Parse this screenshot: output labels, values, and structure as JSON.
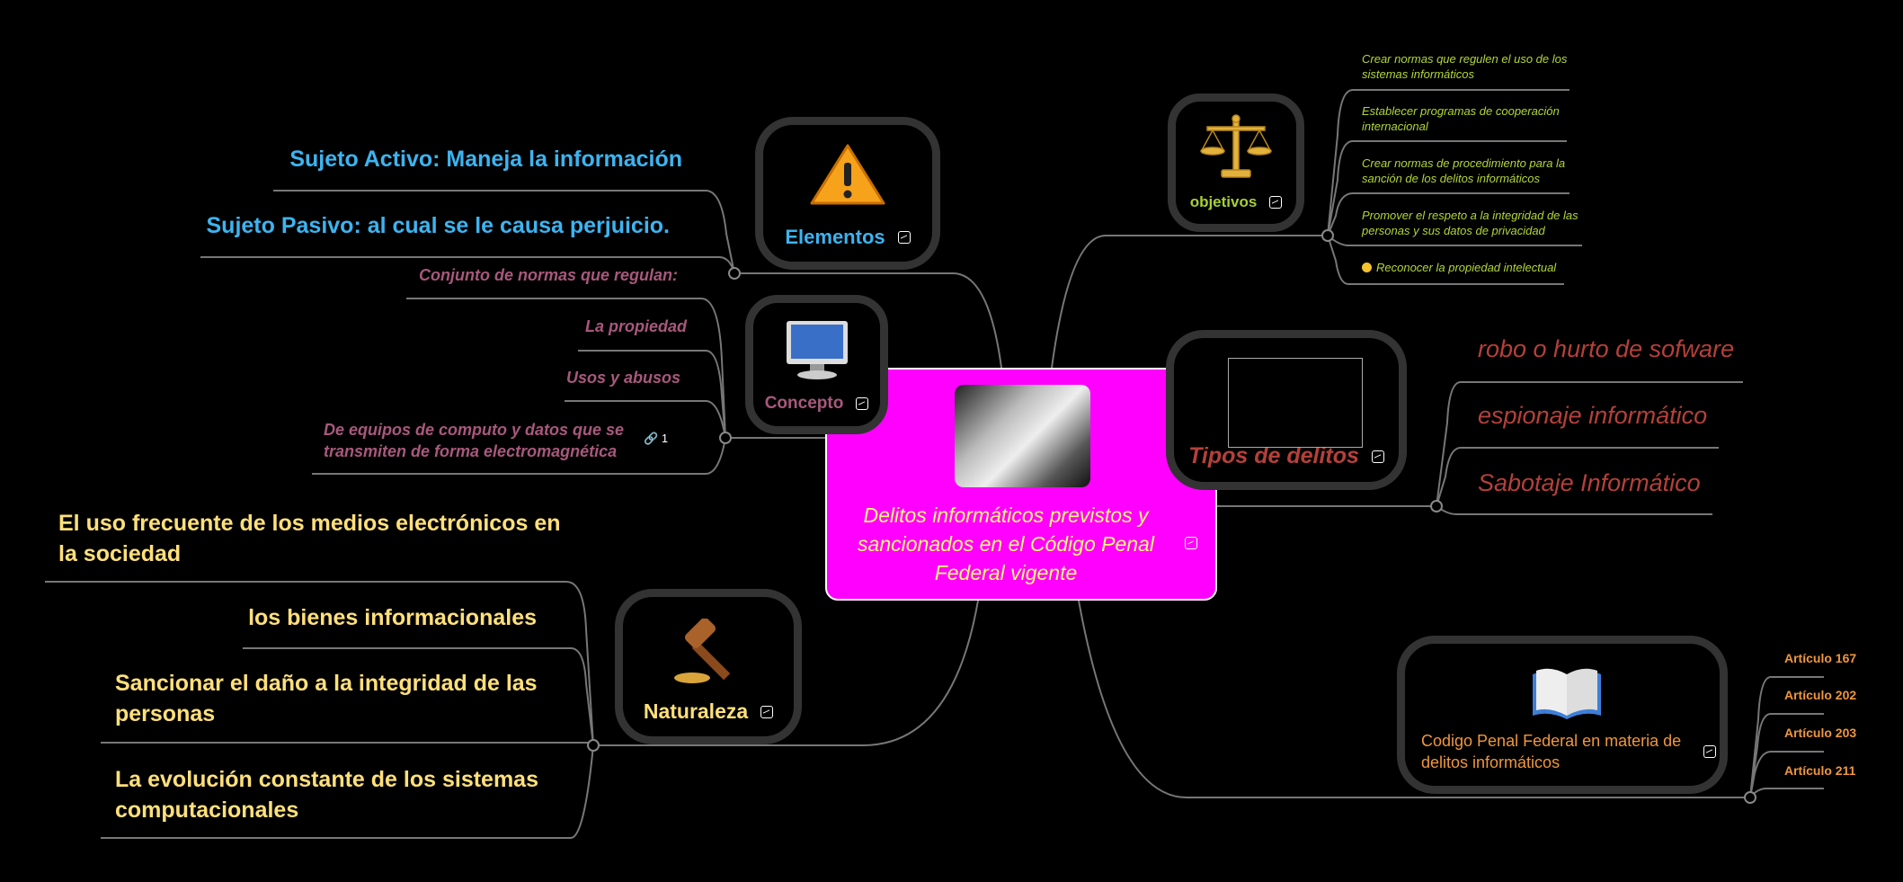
{
  "central": {
    "title": "Delitos informáticos previstos y sancionados en el Código Penal Federal vigente",
    "color": "#ff00ff"
  },
  "elementos": {
    "label": "Elementos",
    "icon": "warning-icon",
    "children": [
      "Sujeto Activo: Maneja la información",
      "Sujeto Pasivo: al cual se le causa perjuicio."
    ]
  },
  "concepto": {
    "label": "Concepto",
    "icon": "monitor-icon",
    "children": [
      "Conjunto de normas que regulan:",
      "La propiedad",
      "Usos y abusos",
      "De  equipos de computo y datos que se transmiten de forma electromagnética"
    ],
    "link_count": "1"
  },
  "naturaleza": {
    "label": "Naturaleza",
    "icon": "gavel-icon",
    "children": [
      "El uso frecuente  de los medios electrónicos en la sociedad",
      "los bienes informacionales",
      "Sancionar el daño a la integridad de las personas",
      "La evolución constante de los sistemas computacionales"
    ]
  },
  "objetivos": {
    "label": "objetivos",
    "icon": "scales-icon",
    "children": [
      "Crear normas que regulen el uso de los sistemas informáticos",
      "Establecer programas de cooperación internacional",
      "Crear normas de procedimiento para la sanción de los delitos informáticos",
      "Promover el respeto a la integridad de las personas y sus datos de privacidad",
      "Reconocer la propiedad intelectual"
    ]
  },
  "tipos": {
    "label": "Tipos de delitos",
    "children": [
      "robo o hurto de sofware",
      "espionaje informático",
      "Sabotaje Informático"
    ]
  },
  "codigo": {
    "label": "Codigo Penal Federal en materia de delitos informáticos",
    "icon": "book-icon",
    "children": [
      "Artículo 167",
      "Artículo 202",
      "Artículo 203",
      "Artículo 211"
    ]
  }
}
